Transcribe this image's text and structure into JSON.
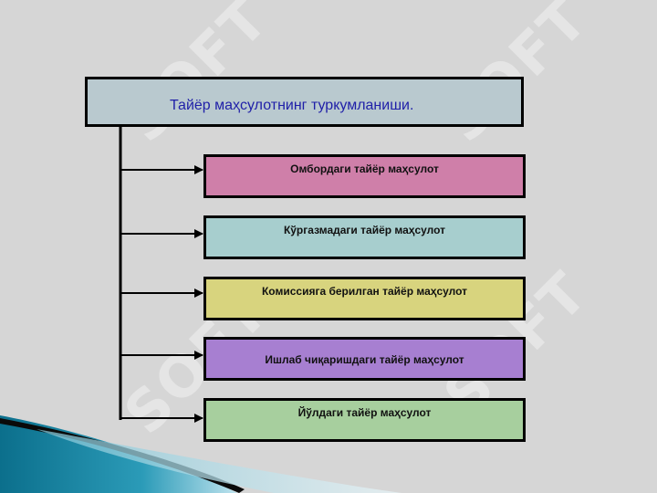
{
  "watermark": {
    "text": "SOFT"
  },
  "diagram": {
    "title": "Тайёр маҳсулотнинг туркумланиши.",
    "items": [
      {
        "label": "Омбордаги тайёр маҳсулот",
        "color": "#cf7fa9"
      },
      {
        "label": "Кўргазмадаги тайёр маҳсулот",
        "color": "#a7cece"
      },
      {
        "label": "Комиссияга берилган тайёр маҳсулот",
        "color": "#d8d47e"
      },
      {
        "label": "Ишлаб чиқаришдаги тайёр маҳсулот",
        "color": "#a77fd1"
      },
      {
        "label": "Йўлдаги тайёр маҳсулот",
        "color": "#a7cf9e"
      }
    ]
  }
}
